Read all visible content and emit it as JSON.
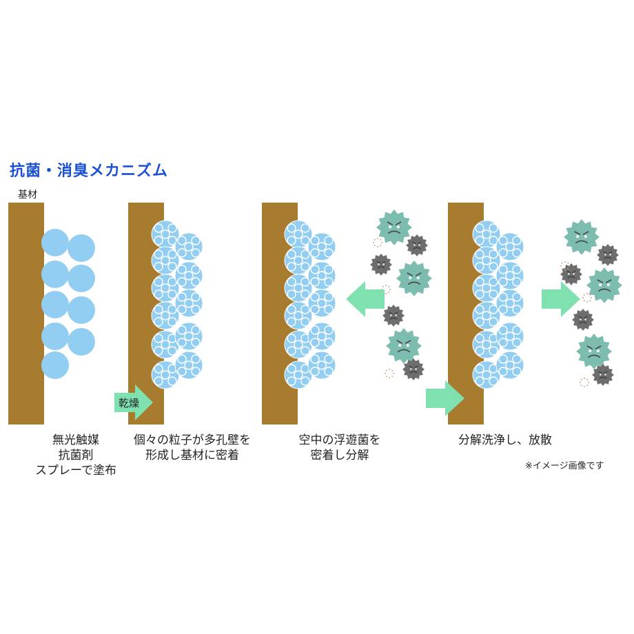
{
  "title": "抗菌・消臭メカニズム",
  "substrate_label": "基材",
  "stages": [
    {
      "caption": [
        "無光触媒",
        "抗菌剤",
        "スプレーで塗布"
      ]
    },
    {
      "caption": [
        "個々の粒子が多孔壁を",
        "形成し基材に密着"
      ]
    },
    {
      "caption": [
        "空中の浮遊菌を",
        "密着し分解"
      ]
    },
    {
      "caption": [
        "分解洗浄し、放散"
      ]
    }
  ],
  "dry_label": "乾燥",
  "note": "※イメージ画像です",
  "colors": {
    "substrate": "#a87c2e",
    "particle": "#92cdf2",
    "arrow": "#7fe0b0",
    "title": "#1a4fd6",
    "germ_green": "#7dbdb0",
    "germ_gray": "#6d6d6d"
  }
}
